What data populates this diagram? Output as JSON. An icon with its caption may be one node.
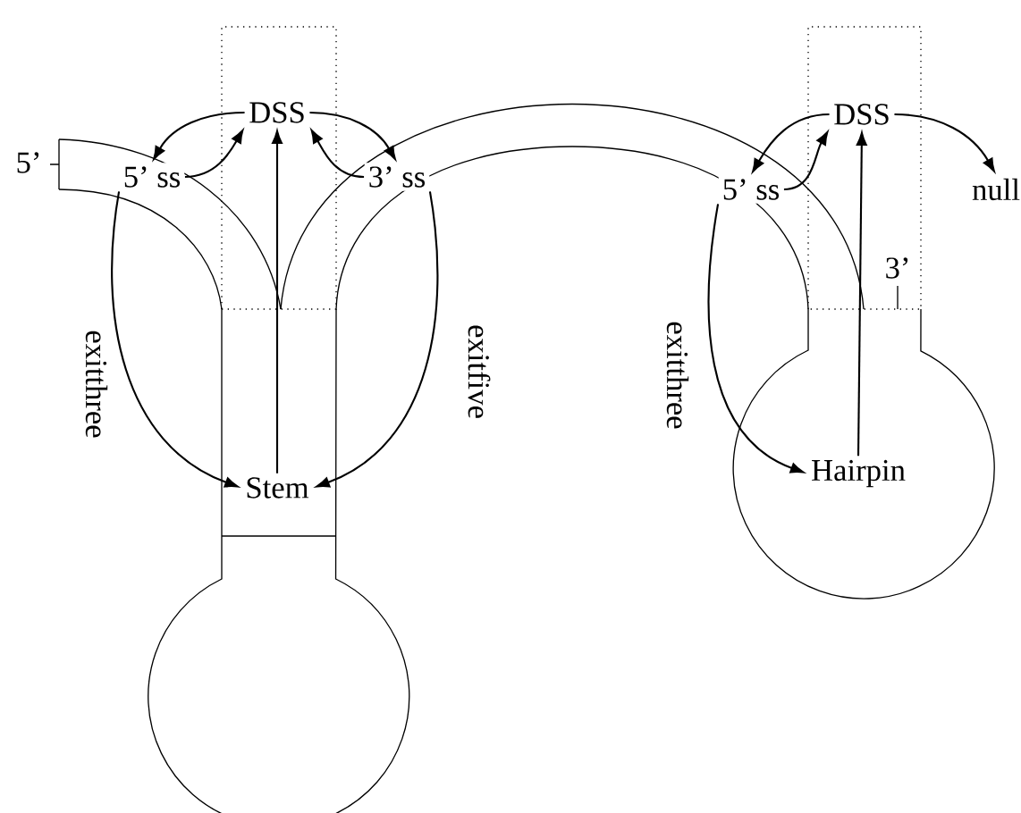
{
  "diagram": {
    "nodes": [
      {
        "text": [
          "DSS"
        ]
      },
      {
        "text": [
          "5’ ss"
        ]
      },
      {
        "text": [
          "3’ ss"
        ]
      },
      {
        "text": [
          "Stem"
        ]
      },
      {
        "text": [
          "DSS"
        ]
      },
      {
        "text": [
          "5’ ss"
        ]
      },
      {
        "text": [
          "null"
        ]
      },
      {
        "text": [
          "Hairpin"
        ]
      }
    ],
    "edges": [
      {
        "from": 0,
        "to": 1,
        "arrow": "to"
      },
      {
        "from": 1,
        "to": 0,
        "arrow": "to"
      },
      {
        "from": 2,
        "to": 0,
        "arrow": "to"
      },
      {
        "from": 0,
        "to": 2,
        "arrow": "to"
      },
      {
        "from": 3,
        "to": 0,
        "arrow": "to"
      },
      {
        "from": 1,
        "to": 3,
        "arrow": "to",
        "label": "exitthree"
      },
      {
        "from": 2,
        "to": 3,
        "arrow": "to",
        "label": "exitfive"
      },
      {
        "from": 4,
        "to": 5,
        "arrow": "to"
      },
      {
        "from": 5,
        "to": 4,
        "arrow": "to"
      },
      {
        "from": 7,
        "to": 4,
        "arrow": "to"
      },
      {
        "from": 4,
        "to": 6,
        "arrow": "to"
      },
      {
        "from": 5,
        "to": 7,
        "arrow": "to",
        "label": "exitthree"
      }
    ],
    "labels": [
      "5’",
      "3’"
    ]
  }
}
